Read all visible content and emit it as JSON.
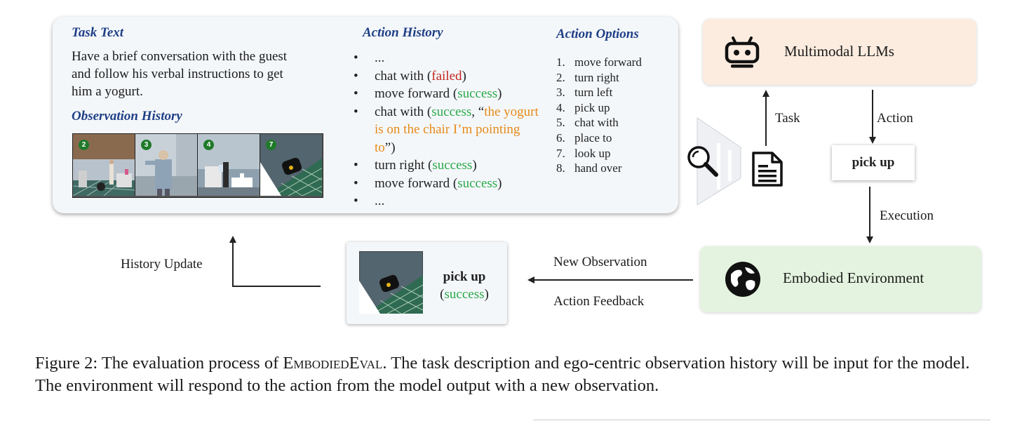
{
  "panel": {
    "task_heading": "Task Text",
    "task_text": "Have a brief conversation with the guest and follow his verbal instructions to get him a yogurt.",
    "obs_heading": "Observation History",
    "frames": [
      "2",
      "3",
      "4",
      "7"
    ],
    "history_heading": "Action History",
    "history": {
      "h0": "...",
      "h1_action": "chat with (",
      "h1_status": "failed",
      "h1_close": ")",
      "h2_action": "move forward (",
      "h2_status": "success",
      "h2_close": ")",
      "h3_action": "chat with (",
      "h3_status": "success",
      "h3_sep": ", “",
      "h3_quote": "the yogurt is on the chair I’m pointing to",
      "h3_close": "”)",
      "h4_action": "turn right (",
      "h4_status": "success",
      "h4_close": ")",
      "h5_action": "move forward (",
      "h5_status": "success",
      "h5_close": ")",
      "h6": "..."
    },
    "options_heading": "Action Options",
    "options": [
      {
        "num": "1.",
        "label": "move forward"
      },
      {
        "num": "2.",
        "label": "turn right"
      },
      {
        "num": "3.",
        "label": "turn left"
      },
      {
        "num": "4.",
        "label": "pick up"
      },
      {
        "num": "5.",
        "label": "chat with"
      },
      {
        "num": "6.",
        "label": "place to"
      },
      {
        "num": "7.",
        "label": "look up"
      },
      {
        "num": "8.",
        "label": "hand over"
      }
    ]
  },
  "llm_box": {
    "label": "Multimodal LLMs",
    "icon": "robot-icon"
  },
  "env_box": {
    "label": "Embodied Environment",
    "icon": "globe-icon"
  },
  "arrows": {
    "task": "Task",
    "action": "Action",
    "execution": "Execution",
    "new_observation": "New Observation",
    "action_feedback": "Action Feedback",
    "history_update": "History Update"
  },
  "action_box": {
    "label": "pick up"
  },
  "result_box": {
    "action": "pick up",
    "open": "(",
    "status": "success",
    "close": ")"
  },
  "caption": {
    "prefix": "Figure 2: The evaluation process of ",
    "name": "EmbodiedEval",
    "suffix": ". The task description and ego-centric observation history will be input for the model. The environment will respond to the action from the model output with a new observation."
  },
  "colors": {
    "heading": "#1f3f86",
    "success": "#2aa84a",
    "failed": "#c0261d",
    "quote": "#e68a1a",
    "llm_bg": "#fcecdf",
    "env_bg": "#e4f3df",
    "panel_bg": "#f4f7fa"
  }
}
